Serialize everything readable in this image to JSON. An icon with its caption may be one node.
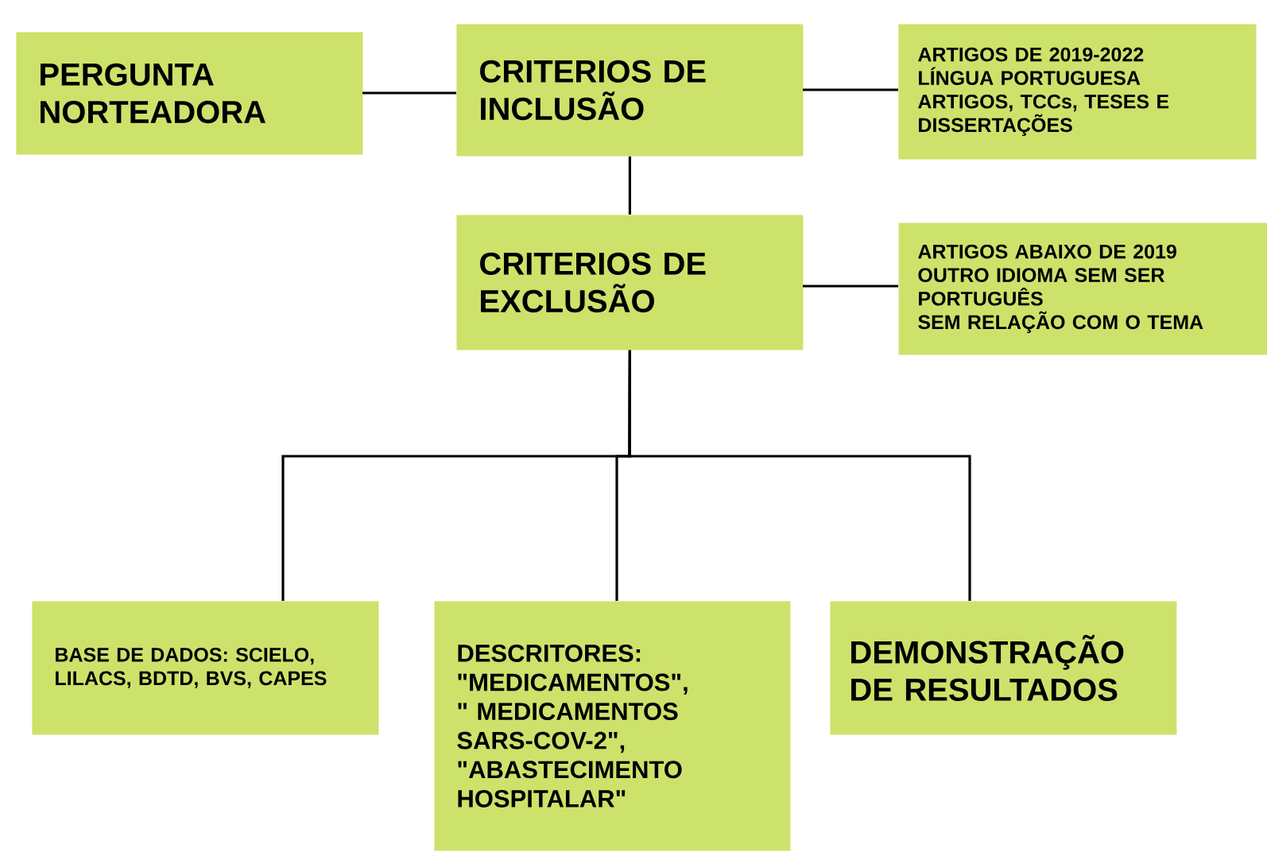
{
  "diagram": {
    "nodes": [
      {
        "text": [
          "PERGUNTA NORTEADORA"
        ]
      },
      {
        "text": [
          "CRITERIOS DE INCLUSÃO"
        ]
      },
      {
        "text": [
          "ARTIGOS DE 2019-2022",
          "LÍNGUA PORTUGUESA",
          "ARTIGOS, TCCs, TESES E DISSERTAÇÕES"
        ]
      },
      {
        "text": [
          "CRITERIOS DE EXCLUSÃO"
        ]
      },
      {
        "text": [
          "ARTIGOS ABAIXO DE 2019",
          "OUTRO IDIOMA SEM SER PORTUGUÊS",
          "SEM RELAÇÃO COM O TEMA"
        ]
      },
      {
        "text": [
          "BASE DE DADOS: SCIELO, LILACS, BDTD, BVS, CAPES"
        ]
      },
      {
        "text": [
          "DESCRITORES: \"MEDICAMENTOS\", \" MEDICAMENTOS SARS-COV-2\", \"ABASTECIMENTO HOSPITALAR\""
        ]
      },
      {
        "text": [
          "DEMONSTRAÇÃO DE RESULTADOS"
        ]
      }
    ],
    "edges": [
      {
        "from": 0,
        "to": 1,
        "arrow": "none"
      },
      {
        "from": 1,
        "to": 2,
        "arrow": "none"
      },
      {
        "from": 1,
        "to": 3,
        "arrow": "none"
      },
      {
        "from": 3,
        "to": 4,
        "arrow": "none"
      },
      {
        "from": 3,
        "to": 5,
        "arrow": "none"
      },
      {
        "from": 3,
        "to": 6,
        "arrow": "none"
      },
      {
        "from": 3,
        "to": 7,
        "arrow": "none"
      }
    ]
  }
}
